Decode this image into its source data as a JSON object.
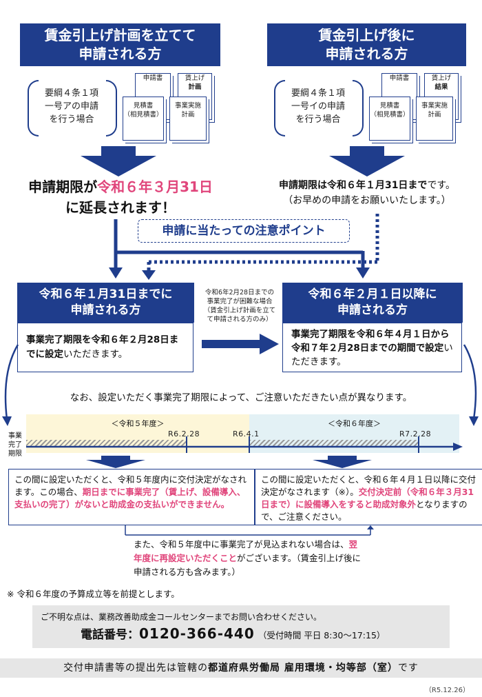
{
  "left_top": {
    "title_line1": "賃金引上げ計画を立てて",
    "title_line2": "申請される方",
    "bracket_line1": "要綱４条１項",
    "bracket_line2": "一号アの申請",
    "bracket_line3": "を行う場合",
    "docs": {
      "application": "申請書",
      "raise_line1": "賃上げ",
      "raise_line2": "計画",
      "estimate_line1": "見積書",
      "estimate_line2": "（相見積書）",
      "implement_line1": "事業実施",
      "implement_line2": "計画"
    },
    "deadline_prefix": "申請期限が",
    "deadline_date": "令和６年３月31日",
    "deadline_suffix": "に延長されます！"
  },
  "right_top": {
    "title_line1": "賃金引上げ後に",
    "title_line2": "申請される方",
    "bracket_line1": "要綱４条１項",
    "bracket_line2": "一号イの申請",
    "bracket_line3": "を行う場合",
    "docs": {
      "application": "申請書",
      "raise_line1": "賃上げ",
      "raise_line2": "結果",
      "estimate_line1": "見積書",
      "estimate_line2": "（相見積書）",
      "implement_line1": "事業実施",
      "implement_line2": "計画"
    },
    "deadline_bold": "申請期限は令和６年１月31日まで",
    "deadline_rest": "です。",
    "deadline_note": "（お早めの申請をお願いいたします。）"
  },
  "caution_label": "申請に当たっての注意ポイント",
  "mid_left": {
    "title_line1": "令和６年１月31日までに",
    "title_line2": "申請される方",
    "body_bold": "事業完了期限を令和６年２月28日までに設定",
    "body_rest": "いただきます。"
  },
  "mid_right": {
    "title_line1": "令和６年２月１日以降に",
    "title_line2": "申請される方",
    "body_bold": "事業完了期限を令和６年４月１日から令和７年２月28日までの期間で設定",
    "body_rest": "いただきます。"
  },
  "middle_note": {
    "line1": "令和6年2月28日までの",
    "line2": "事業完了が困難な場合",
    "line3": "（賃金引上げ計画を立て",
    "line4": "て申請される方のみ）"
  },
  "notice": "なお、設定いただく事業完了期限によって、ご注意いただきたい点が異なります。",
  "timeline": {
    "side_label_1": "事業",
    "side_label_2": "完了",
    "side_label_3": "期限",
    "fy5": "＜令和５年度＞",
    "fy6": "＜令和６年度＞",
    "mark1": "R6.2.28",
    "mark2": "R6.4.1",
    "mark3": "R7.2.28"
  },
  "box_left": {
    "normal1": "この間に設定いただくと、令和５年度内に交付決定がなされます。この場合、",
    "pink1": "期日までに事業完了（賃上げ、設備導入、支払いの完了）がないと助成金の支払いができません。"
  },
  "box_right": {
    "normal1": "この間に設定いただくと、令和６年４月１日以降に交付決定がなされます（※）。",
    "pink1": "交付決定前（令和６年３月31日まで）に設備導入をすると助成対象外",
    "normal2": "となりますので、ご注意ください。"
  },
  "bottom_note": {
    "normal1": "また、令和５年度中に事業完了が見込まれない場合は、",
    "pink1": "翌年度に再設定いただくこと",
    "normal2": "がございます。（賃金引上げ後に申請される方も含みます。）"
  },
  "asterisk_note": "※ 令和６年度の予算成立等を前提とします。",
  "contact": {
    "line1": "ご不明な点は、業務改善助成金コールセンターまでお問い合わせください。",
    "phone_label": "電話番号：",
    "phone_number": "0120-366-440",
    "hours": "（受付時間 平日 8:30～17:15）"
  },
  "submit": {
    "prefix": "交付申請書等の提出先は管轄の",
    "bold": "都道府県労働局 雇用環境・均等部（室）",
    "suffix": "です"
  },
  "date_stamp": "（R5.12.26）",
  "colors": {
    "navy": "#1f3d8c",
    "pink": "#e0457b",
    "fy5_bg": "#fdf6d8",
    "fy6_bg": "#e3f1f5",
    "contact_bg": "#e6e6e6"
  }
}
